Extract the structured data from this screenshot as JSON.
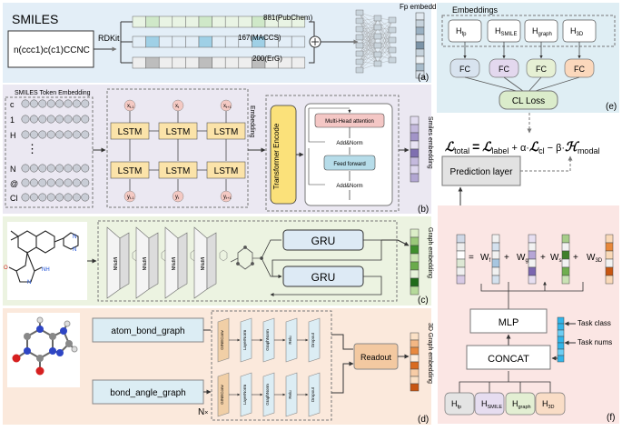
{
  "panel_a": {
    "title": "SMILES",
    "smiles_value": "n(ccc1)c(c1)CCNC",
    "tool": "RDKit",
    "fp1": "881(PubChem)",
    "fp2": "167(MACCS)",
    "fp3": "200(ErG)",
    "output": "Fp embedding",
    "tag": "(a)"
  },
  "panel_b": {
    "token_title": "SMILES Token Embedding",
    "tokens": [
      "c",
      "1",
      "H",
      "N",
      "@",
      "Cl"
    ],
    "ellipsis": "⋮",
    "cell": "LSTM",
    "x_prev": "x",
    "x_prev_sub": "t-1",
    "x_cur": "x",
    "x_cur_sub": "t",
    "x_next": "x",
    "x_next_sub": "t+1",
    "y_prev": "y",
    "y_prev_sub": "t-1",
    "y_cur": "y",
    "y_cur_sub": "t",
    "y_next": "y",
    "y_next_sub": "t+1",
    "embedding_label": "Embedding",
    "encoder_label": "Transformer Encode",
    "attention": "Multi-Head attention",
    "addnorm": "Add&Norm",
    "feed": "Feed forward",
    "output": "Smiles embedding",
    "tag": "(b)"
  },
  "panel_c": {
    "mpnn": "MPNN",
    "gru": "GRU",
    "output": "Graph embedding",
    "tag": "(c)"
  },
  "panel_d": {
    "atom_graph": "atom_bond_graph",
    "angle_graph": "bond_angle_graph",
    "layers": [
      "GINEConv",
      "LayerNorm",
      "GraphNorm",
      "Relu",
      "Dropout"
    ],
    "repeat": "N",
    "repeat_sym": "×",
    "readout": "Readout",
    "output": "3D Graph embedding",
    "tag": "(d)"
  },
  "panel_e": {
    "title": "Embeddings",
    "h": "H",
    "subs": [
      "fp",
      "SMILE",
      "graph",
      "3D"
    ],
    "fc": "FC",
    "loss": "CL Loss",
    "tag": "(e)"
  },
  "formula": {
    "lhs": "ℒ",
    "lhs_sub": "total",
    "eq": "=",
    "t1": "ℒ",
    "t1_sub": "label",
    "plus": " + α·",
    "t2": "ℒ",
    "t2_sub": "cl",
    "minus": " − β·",
    "t3": "ℋ",
    "t3_sub": "modal"
  },
  "panel_f": {
    "prediction": "Prediction layer",
    "eq": "=",
    "w": "W",
    "w_subs": [
      "f",
      "g",
      "s",
      "3D"
    ],
    "plus": "+",
    "mlp": "MLP",
    "concat": "CONCAT",
    "task_class": "Task class",
    "task_nums": "Task nums",
    "h": "H",
    "h_subs": [
      "fp",
      "SMILE",
      "graph",
      "3D"
    ],
    "tag": "(f)"
  },
  "colors": {
    "panel_a_bg": "#e3eef7",
    "panel_b_bg": "#ebe8f2",
    "panel_c_bg": "#ecf3e1",
    "panel_d_bg": "#fbe9dc",
    "panel_e_bg": "#dfeef4",
    "panel_f_bg": "#fbe6e4",
    "lstm": "#fbe3a9",
    "transformer": "#fbe17a",
    "gru": "#ddeaf5",
    "readout": "#f3c9a1",
    "layer": "#dcedf4",
    "fc_fp": "#d8e3ef",
    "fc_smile": "#e3d8ee",
    "fc_graph": "#e6f0d4",
    "fc_3d": "#fbd8bc",
    "cl_loss": "#dbeccb",
    "task_vector": "#32b5e9"
  }
}
